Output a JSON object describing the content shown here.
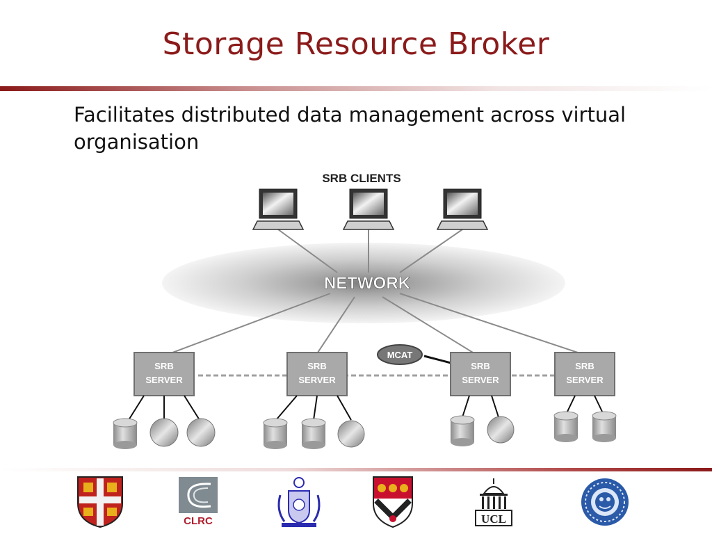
{
  "slide": {
    "title": "Storage Resource Broker",
    "subtitle": "Facilitates distributed data management across virtual organisation"
  },
  "diagram": {
    "clients_label": "SRB CLIENTS",
    "network_label": "NETWORK",
    "mcat_label": "MCAT",
    "server_label_line1": "SRB",
    "server_label_line2": "SERVER"
  },
  "logos": {
    "clrc_text": "CLRC",
    "ucl_text": "UCL"
  },
  "colors": {
    "title": "#8b1a1a",
    "server_box": "#a9a9a9",
    "network_ellipse": "#c8c8c8"
  }
}
